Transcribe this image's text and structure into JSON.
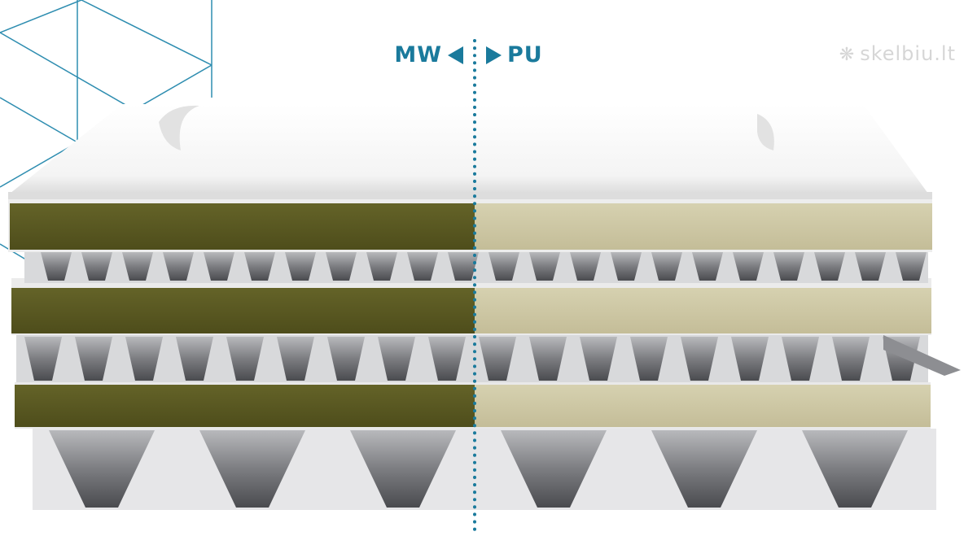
{
  "labels": {
    "left": "MW",
    "right": "PU"
  },
  "watermark": {
    "icon": "snowflake-icon",
    "text": "skelbiu.lt"
  },
  "colors": {
    "accent": "#1a7a9c",
    "mineral_wool": "#5b5a22",
    "polyurethane": "#cfc9a6",
    "steel": "#9a9b9e",
    "membrane": "#f7f7f7"
  }
}
